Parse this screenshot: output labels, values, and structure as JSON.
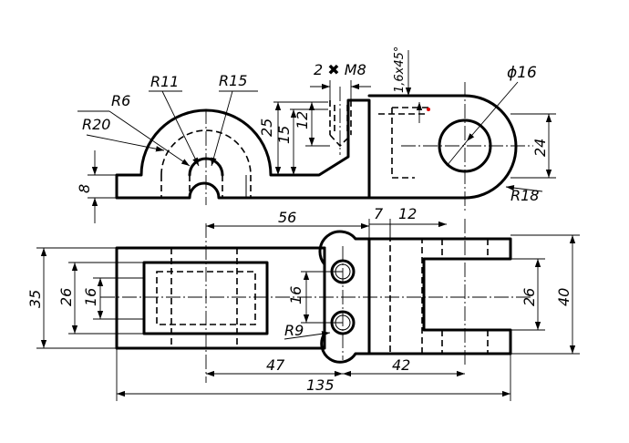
{
  "drawing": {
    "labels": {
      "r20": "R20",
      "r6": "R6",
      "r11": "R11",
      "r15": "R15",
      "thread": "2 ✖ M8",
      "chamfer": "1,6x45°",
      "phi16": "ϕ16",
      "d25": "25",
      "d15": "15",
      "d12a": "12",
      "d24": "24",
      "d8": "8",
      "r18": "R18",
      "d56": "56",
      "d7": "7",
      "d12b": "12",
      "d35": "35",
      "d26a": "26",
      "d16a": "16",
      "d16b": "16",
      "r9": "R9",
      "d26b": "26",
      "d40": "40",
      "d47": "47",
      "d42": "42",
      "d135": "135"
    }
  }
}
